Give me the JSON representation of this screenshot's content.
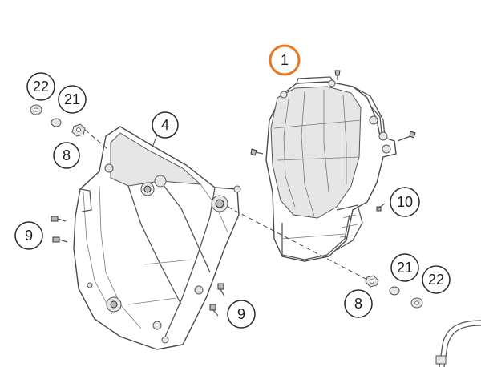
{
  "callouts": [
    {
      "id": "c1",
      "label": "1",
      "highlight": true
    },
    {
      "id": "c22a",
      "label": "22"
    },
    {
      "id": "c21a",
      "label": "21"
    },
    {
      "id": "c4",
      "label": "4"
    },
    {
      "id": "c8a",
      "label": "8"
    },
    {
      "id": "c9a",
      "label": "9"
    },
    {
      "id": "c10",
      "label": "10"
    },
    {
      "id": "c21b",
      "label": "21"
    },
    {
      "id": "c22b",
      "label": "22"
    },
    {
      "id": "c8b",
      "label": "8"
    },
    {
      "id": "c9b",
      "label": "9"
    }
  ],
  "colors": {
    "highlight": "#e87722",
    "line": "#4a4a4a"
  }
}
